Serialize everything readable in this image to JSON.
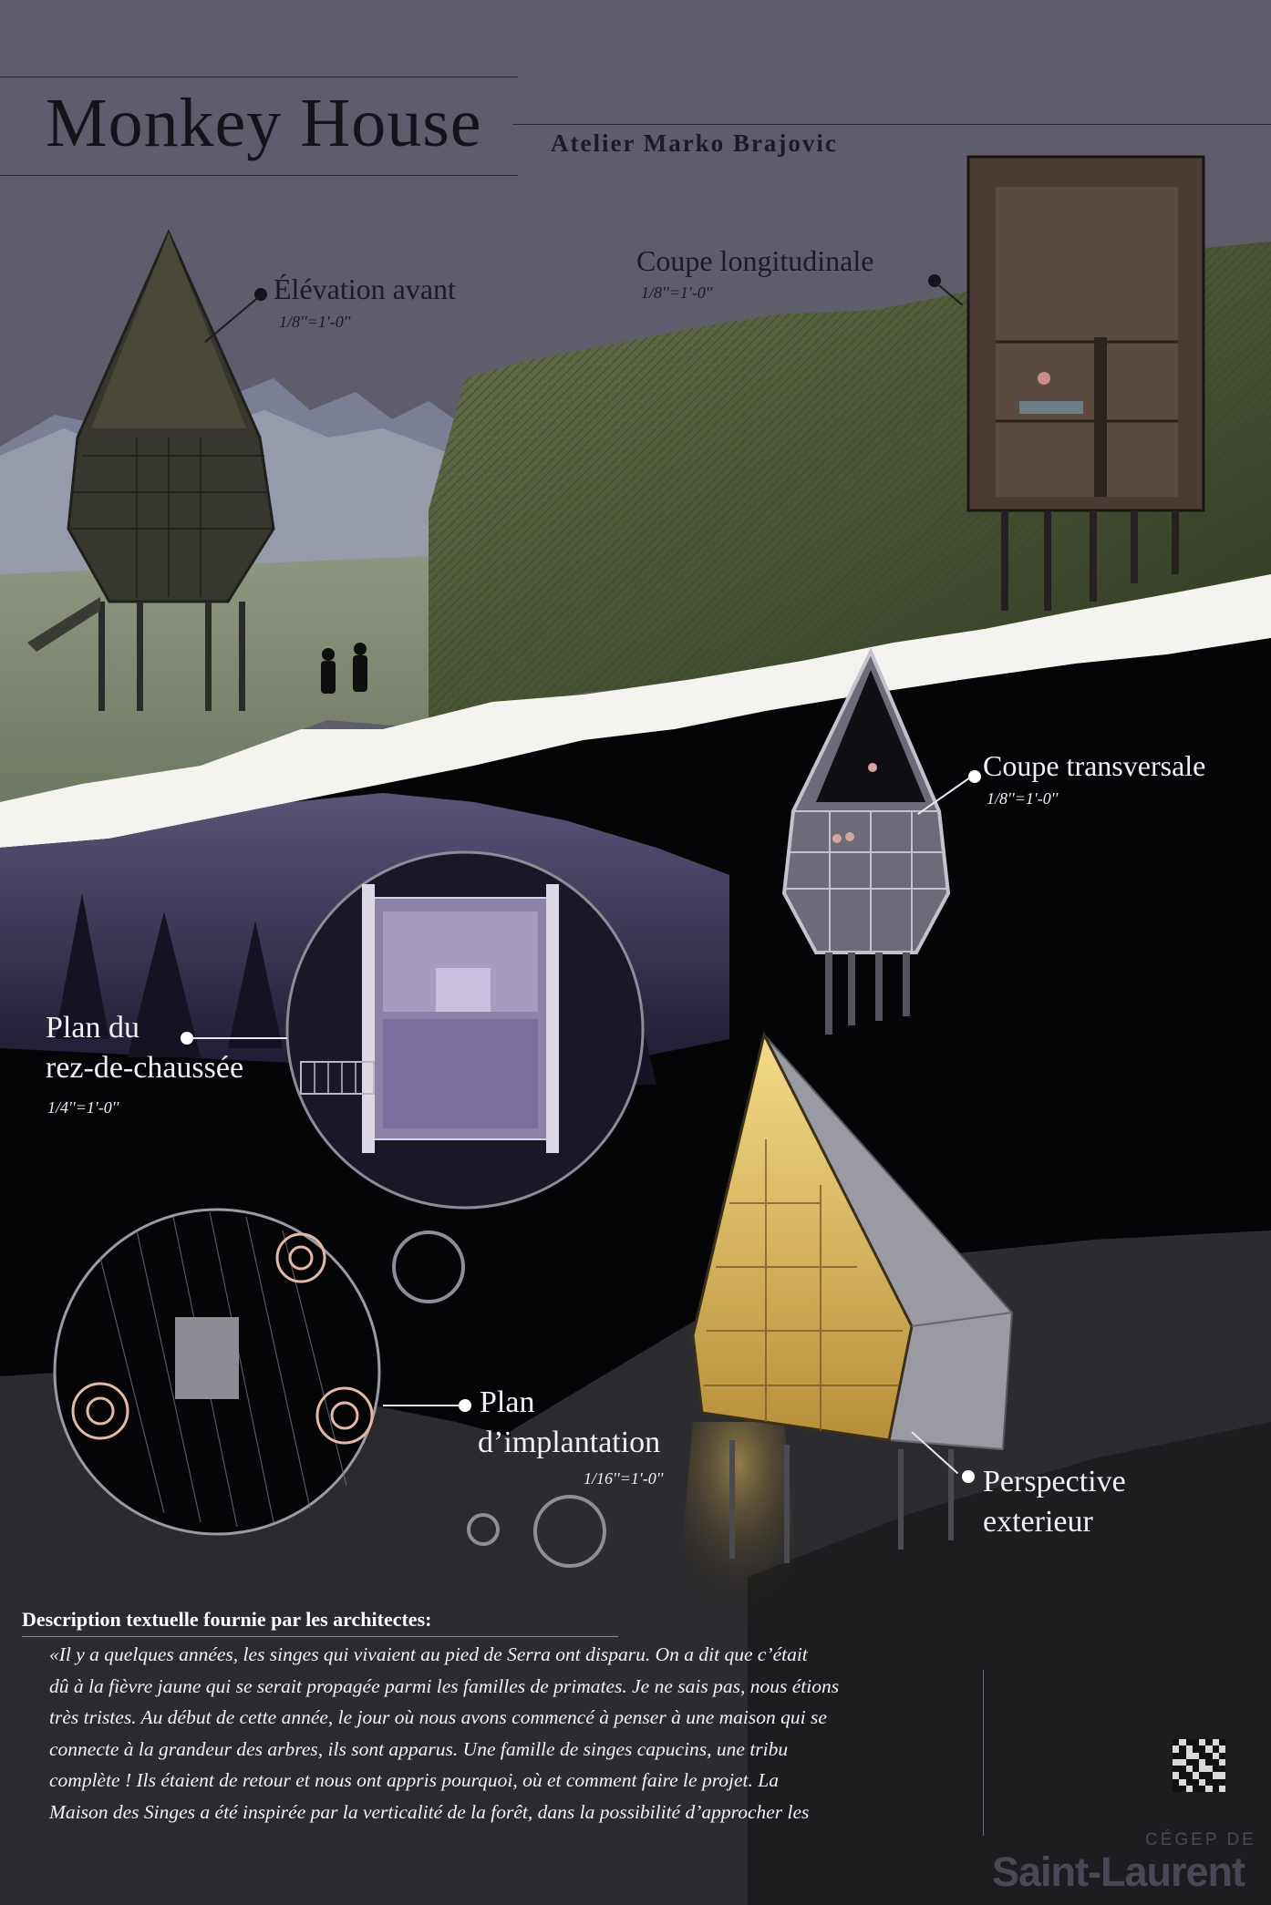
{
  "header": {
    "title": "Monkey House",
    "author": "Atelier Marko Brajovic"
  },
  "drawings": {
    "front_elevation": {
      "label": "Élévation avant",
      "scale": "1/8''=1'-0''"
    },
    "longitudinal_section": {
      "label": "Coupe longitudinale",
      "scale": "1/8''=1'-0''"
    },
    "cross_section": {
      "label": "Coupe transversale",
      "scale": "1/8''=1'-0''"
    },
    "ground_floor_plan": {
      "label_line1": "Plan du",
      "label_line2": "rez-de-chaussée",
      "scale": "1/4''=1'-0''"
    },
    "site_plan": {
      "label_line1": "Plan",
      "label_line2": "d’implantation",
      "scale": "1/16''=1'-0''"
    },
    "perspective": {
      "label_line1": "Perspective",
      "label_line2": "exterieur"
    }
  },
  "description": {
    "title": "Description textuelle fournie par les architectes:",
    "lines": [
      "«Il y a quelques années, les singes qui vivaient au pied de Serra ont disparu. On a dit que c’était",
      "dû à la fièvre jaune qui se serait propagée parmi les familles de primates. Je ne sais pas, nous étions",
      "très tristes. Au début de cette année, le jour où nous avons commencé à penser à une maison qui se",
      "connecte à la grandeur des arbres, ils sont apparus. Une famille de singes capucins, une tribu",
      "complète ! Ils étaient de retour et nous ont appris pourquoi, où et comment faire le projet. La",
      "Maison des Singes a été inspirée par la verticalité de la forêt, dans la possibilité d’approcher les"
    ]
  },
  "branding": {
    "line1": "CÉGEP DE",
    "line2": "Saint-Laurent"
  },
  "colors": {
    "background_top": "#5f5c6c",
    "background_dark": "#050508",
    "mountain_purple": "#3b3560",
    "hill_green": "#4f5a3a",
    "perspective_glow": "#e8c96a"
  }
}
